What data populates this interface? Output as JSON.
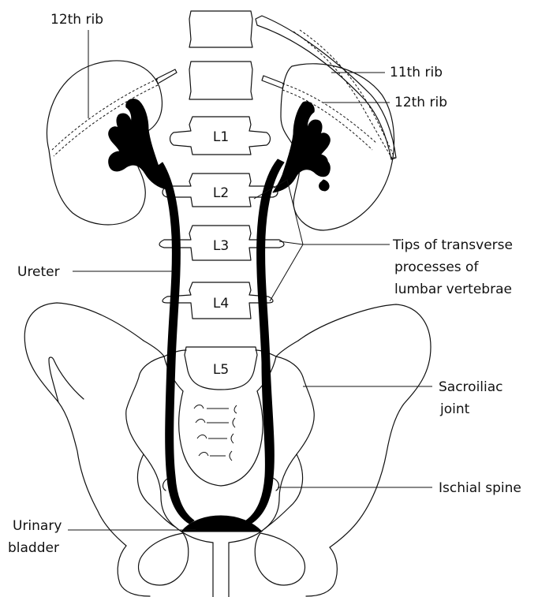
{
  "labels": {
    "rib_12_left": "12th rib",
    "rib_11_right": "11th  rib",
    "rib_12_right": "12th rib",
    "tips_line1": "Tips of transverse",
    "tips_line2": "processes of",
    "tips_line3": "lumbar vertebrae",
    "ureter": "Ureter",
    "sacroiliac_line1": "Sacroiliac",
    "sacroiliac_line2": "joint",
    "ischial_spine": "Ischial spine",
    "bladder_line1": "Urinary",
    "bladder_line2": "bladder"
  },
  "vertebrae": {
    "l1": "L1",
    "l2": "L2",
    "l3": "L3",
    "l4": "L4",
    "l5": "L5"
  },
  "colors": {
    "line": "#111111",
    "fill_dark": "#000000",
    "background": "#ffffff"
  }
}
